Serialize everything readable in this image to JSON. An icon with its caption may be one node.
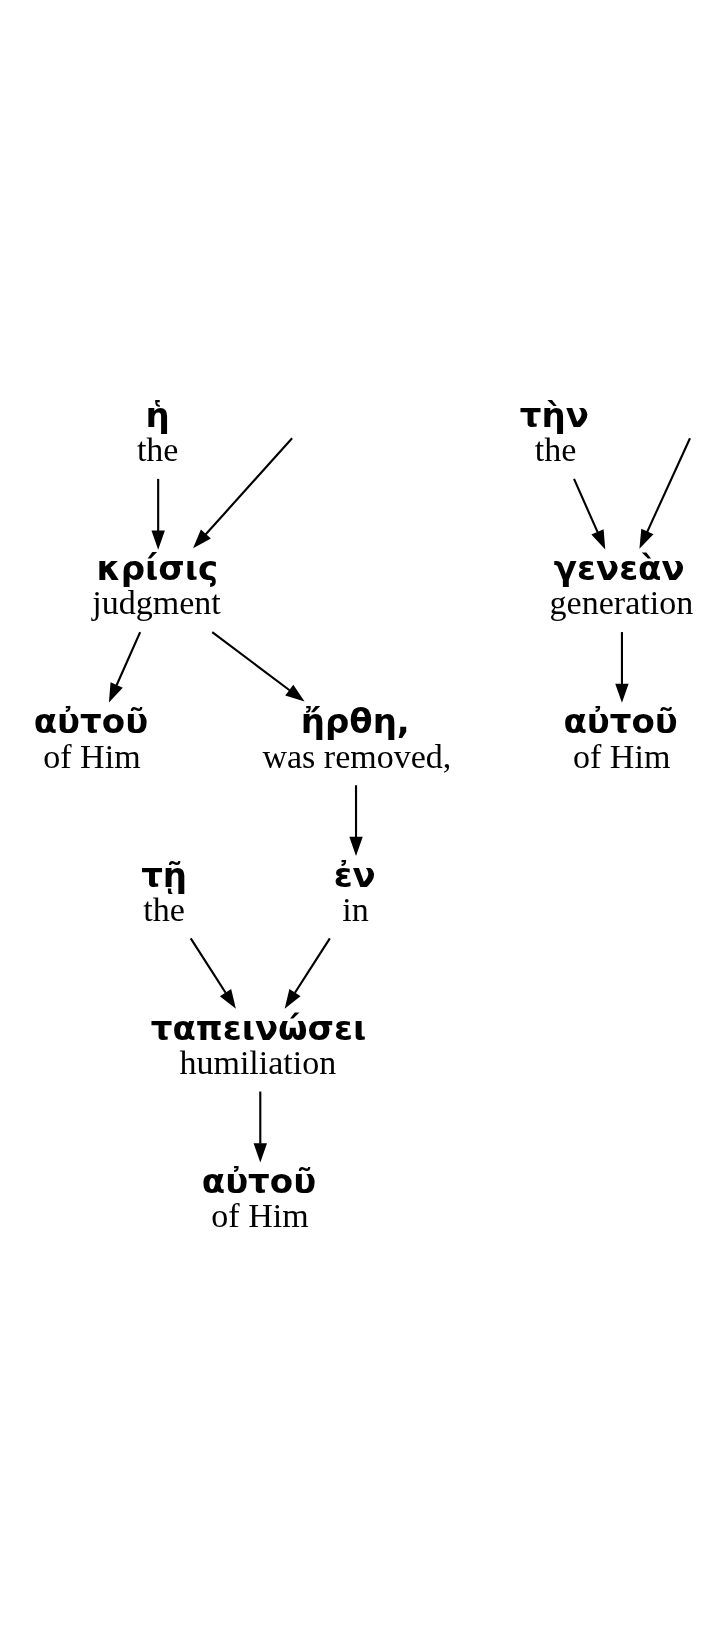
{
  "diagram": {
    "nodes": [
      {
        "text": [
          "ἐν",
          "in"
        ]
      },
      {
        "text": [
          "τῇ",
          "the"
        ]
      },
      {
        "text": [
          "ταπεινώσει",
          "humiliation"
        ]
      },
      {
        "text": [
          "αὐτοῦ",
          "of Him"
        ]
      },
      {
        "text": [
          "ἡ",
          "the"
        ]
      },
      {
        "text": [
          "κρίσις",
          "judgment"
        ]
      },
      {
        "text": [
          "αὐτοῦ",
          "of Him"
        ]
      },
      {
        "text": [
          "ἤρθη,",
          "was removed,"
        ]
      },
      {
        "text": [
          "τὴν",
          "the"
        ]
      },
      {
        "text": [
          "γενεὰν",
          "generation"
        ]
      },
      {
        "text": [
          "αὐτοῦ",
          "of Him"
        ]
      }
    ],
    "edges": [
      {
        "from": null,
        "to": 5,
        "arrow": "to"
      },
      {
        "from": 0,
        "to": 2,
        "arrow": "to"
      },
      {
        "from": 1,
        "to": 2,
        "arrow": "to"
      },
      {
        "from": 2,
        "to": 3,
        "arrow": "to"
      },
      {
        "from": 4,
        "to": 5,
        "arrow": "to"
      },
      {
        "from": 5,
        "to": 6,
        "arrow": "to"
      },
      {
        "from": 5,
        "to": 7,
        "arrow": "to"
      },
      {
        "from": 7,
        "to": 0,
        "arrow": "to"
      },
      {
        "from": 8,
        "to": 9,
        "arrow": "to"
      },
      {
        "from": 9,
        "to": 10,
        "arrow": "to"
      },
      {
        "from": null,
        "to": 9,
        "arrow": "to"
      }
    ]
  }
}
